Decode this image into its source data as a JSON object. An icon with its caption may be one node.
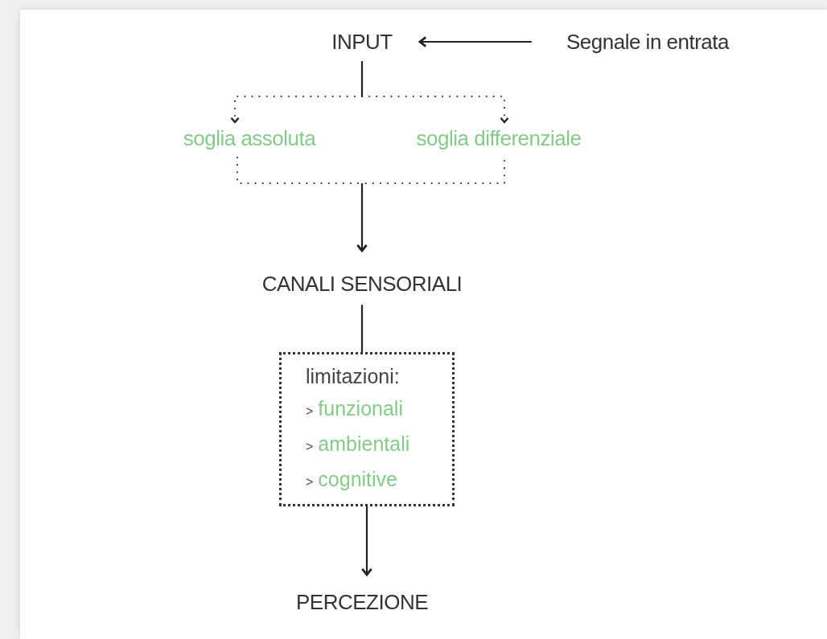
{
  "diagram": {
    "nodes": [
      {
        "text": [
          "INPUT"
        ]
      },
      {
        "text": [
          "Segnale in entrata"
        ]
      },
      {
        "text": [
          "soglia assoluta"
        ]
      },
      {
        "text": [
          "soglia differenziale"
        ]
      },
      {
        "text": [
          "CANALI SENSORIALI"
        ]
      },
      {
        "text": [
          "limitazioni:",
          "funzionali",
          "ambientali",
          "cognitive"
        ]
      },
      {
        "text": [
          "PERCEZIONE"
        ]
      }
    ],
    "edges": [
      {
        "from": 1,
        "to": 0,
        "arrow": "to"
      },
      {
        "from": 0,
        "to": 2,
        "arrow": "to",
        "style": "dashed"
      },
      {
        "from": 0,
        "to": 3,
        "arrow": "to",
        "style": "dashed"
      },
      {
        "from": 2,
        "to": 4,
        "arrow": "to",
        "style": "dashed"
      },
      {
        "from": 3,
        "to": 4,
        "arrow": "to",
        "style": "dashed"
      },
      {
        "from": 4,
        "to": 5,
        "arrow": "none"
      },
      {
        "from": 5,
        "to": 6,
        "arrow": "to"
      }
    ],
    "labels": [
      ">",
      ">",
      ">"
    ]
  }
}
